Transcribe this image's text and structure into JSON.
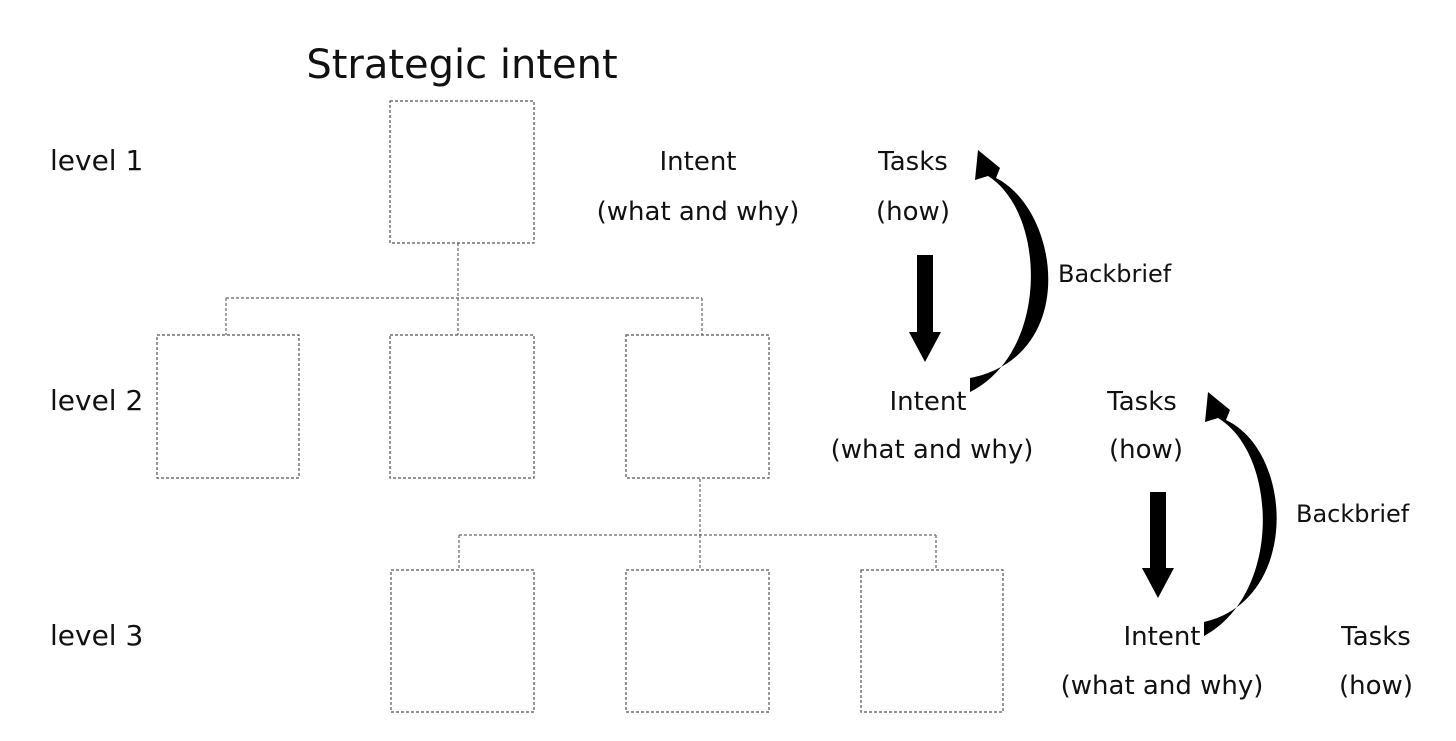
{
  "title": "Strategic intent",
  "levels": [
    "level 1",
    "level 2",
    "level 3"
  ],
  "blocks": [
    {
      "intent": "Intent",
      "intent_sub": "(what and why)",
      "tasks": "Tasks",
      "tasks_sub": "(how)",
      "backbrief": "Backbrief"
    },
    {
      "intent": "Intent",
      "intent_sub": "(what and why)",
      "tasks": "Tasks",
      "tasks_sub": "(how)",
      "backbrief": "Backbrief"
    },
    {
      "intent": "Intent",
      "intent_sub": "(what and why)",
      "tasks": "Tasks",
      "tasks_sub": "(how)"
    }
  ],
  "icons": {
    "down_arrow": "down-arrow-icon",
    "curved_arrow": "curved-arrow-icon"
  },
  "colors": {
    "ink": "#111111",
    "box_border": "#555555",
    "background": "#ffffff"
  }
}
